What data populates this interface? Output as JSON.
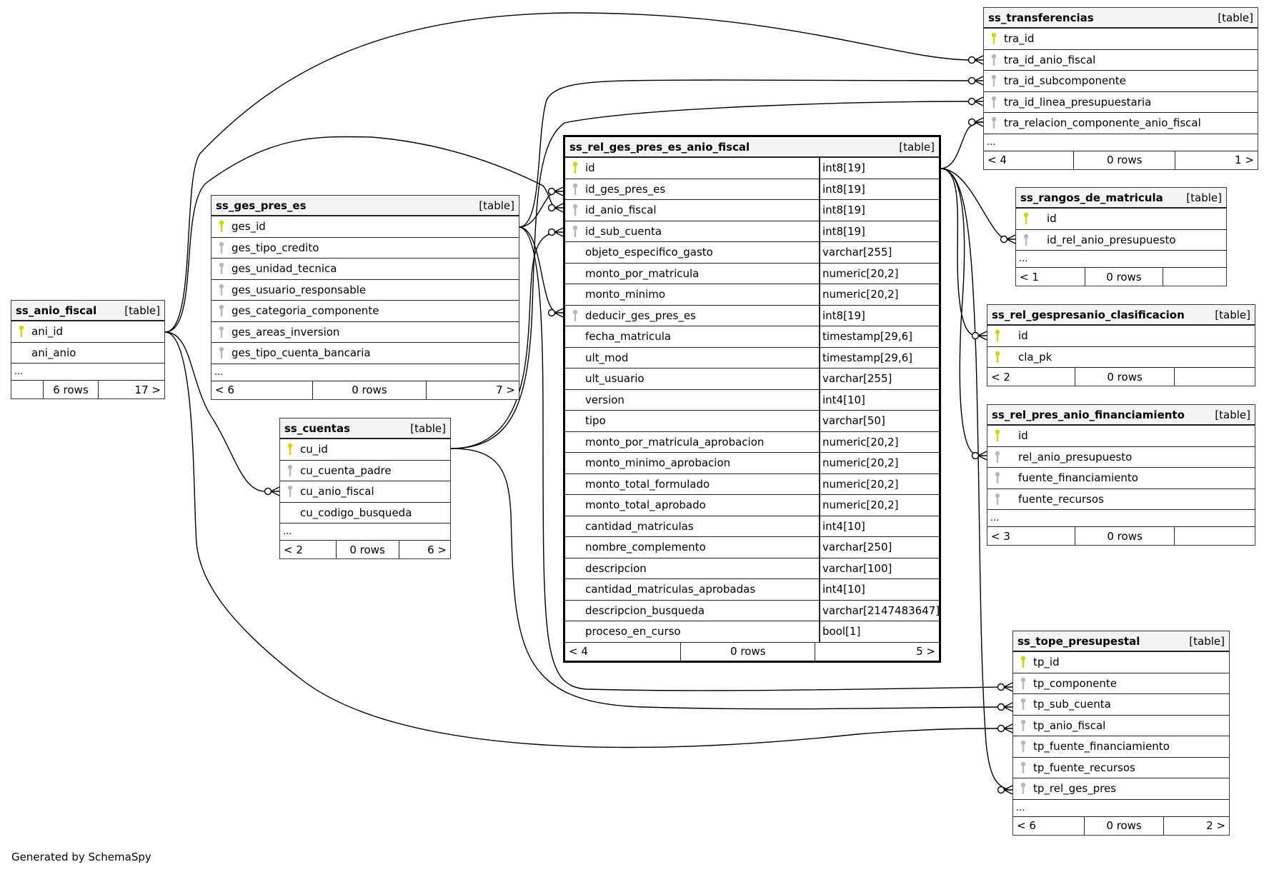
{
  "footer": "Generated by SchemaSpy",
  "colors": {
    "pk_key": "#d4d400",
    "fk_key": "#b8b8b8",
    "header_bg": "#f4f4f4"
  },
  "tables": {
    "anio_fiscal": {
      "name": "ss_anio_fiscal",
      "kind": "[table]",
      "columns": [
        {
          "name": "ani_id",
          "key": "pk"
        },
        {
          "name": "ani_anio",
          "key": ""
        }
      ],
      "more": "...",
      "footer": [
        "",
        "6 rows",
        "17 >"
      ]
    },
    "ges_pres_es": {
      "name": "ss_ges_pres_es",
      "kind": "[table]",
      "columns": [
        {
          "name": "ges_id",
          "key": "pk"
        },
        {
          "name": "ges_tipo_credito",
          "key": "fk"
        },
        {
          "name": "ges_unidad_tecnica",
          "key": "fk"
        },
        {
          "name": "ges_usuario_responsable",
          "key": "fk"
        },
        {
          "name": "ges_categoria_componente",
          "key": "fk"
        },
        {
          "name": "ges_areas_inversion",
          "key": "fk"
        },
        {
          "name": "ges_tipo_cuenta_bancaria",
          "key": "fk"
        }
      ],
      "more": "...",
      "footer": [
        "< 6",
        "0 rows",
        "7 >"
      ]
    },
    "cuentas": {
      "name": "ss_cuentas",
      "kind": "[table]",
      "columns": [
        {
          "name": "cu_id",
          "key": "pk"
        },
        {
          "name": "cu_cuenta_padre",
          "key": "fk"
        },
        {
          "name": "cu_anio_fiscal",
          "key": "fk"
        },
        {
          "name": "cu_codigo_busqueda",
          "key": ""
        }
      ],
      "more": "...",
      "footer": [
        "< 2",
        "0 rows",
        "6 >"
      ]
    },
    "rel_ges": {
      "name": "ss_rel_ges_pres_es_anio_fiscal",
      "kind": "[table]",
      "columns": [
        {
          "name": "id",
          "type": "int8[19]",
          "key": "pk"
        },
        {
          "name": "id_ges_pres_es",
          "type": "int8[19]",
          "key": "fk"
        },
        {
          "name": "id_anio_fiscal",
          "type": "int8[19]",
          "key": "fk"
        },
        {
          "name": "id_sub_cuenta",
          "type": "int8[19]",
          "key": "fk"
        },
        {
          "name": "objeto_especifico_gasto",
          "type": "varchar[255]",
          "key": ""
        },
        {
          "name": "monto_por_matricula",
          "type": "numeric[20,2]",
          "key": ""
        },
        {
          "name": "monto_minimo",
          "type": "numeric[20,2]",
          "key": ""
        },
        {
          "name": "deducir_ges_pres_es",
          "type": "int8[19]",
          "key": "fk"
        },
        {
          "name": "fecha_matricula",
          "type": "timestamp[29,6]",
          "key": ""
        },
        {
          "name": "ult_mod",
          "type": "timestamp[29,6]",
          "key": ""
        },
        {
          "name": "ult_usuario",
          "type": "varchar[255]",
          "key": ""
        },
        {
          "name": "version",
          "type": "int4[10]",
          "key": ""
        },
        {
          "name": "tipo",
          "type": "varchar[50]",
          "key": ""
        },
        {
          "name": "monto_por_matricula_aprobacion",
          "type": "numeric[20,2]",
          "key": ""
        },
        {
          "name": "monto_minimo_aprobacion",
          "type": "numeric[20,2]",
          "key": ""
        },
        {
          "name": "monto_total_formulado",
          "type": "numeric[20,2]",
          "key": ""
        },
        {
          "name": "monto_total_aprobado",
          "type": "numeric[20,2]",
          "key": ""
        },
        {
          "name": "cantidad_matriculas",
          "type": "int4[10]",
          "key": ""
        },
        {
          "name": "nombre_complemento",
          "type": "varchar[250]",
          "key": ""
        },
        {
          "name": "descripcion",
          "type": "varchar[100]",
          "key": ""
        },
        {
          "name": "cantidad_matriculas_aprobadas",
          "type": "int4[10]",
          "key": ""
        },
        {
          "name": "descripcion_busqueda",
          "type": "varchar[2147483647]",
          "key": ""
        },
        {
          "name": "proceso_en_curso",
          "type": "bool[1]",
          "key": ""
        }
      ],
      "footer": [
        "< 4",
        "0 rows",
        "5 >"
      ]
    },
    "transferencias": {
      "name": "ss_transferencias",
      "kind": "[table]",
      "columns": [
        {
          "name": "tra_id",
          "key": "pk"
        },
        {
          "name": "tra_id_anio_fiscal",
          "key": "fk"
        },
        {
          "name": "tra_id_subcomponente",
          "key": "fk"
        },
        {
          "name": "tra_id_linea_presupuestaria",
          "key": "fk"
        },
        {
          "name": "tra_relacion_componente_anio_fiscal",
          "key": "fk"
        }
      ],
      "more": "...",
      "footer": [
        "< 4",
        "0 rows",
        "1 >"
      ]
    },
    "rangos": {
      "name": "ss_rangos_de_matricula",
      "kind": "[table]",
      "columns": [
        {
          "name": "id",
          "key": "pk"
        },
        {
          "name": "id_rel_anio_presupuesto",
          "key": "fk"
        }
      ],
      "more": "...",
      "footer": [
        "< 1",
        "0 rows",
        ""
      ]
    },
    "clasificacion": {
      "name": "ss_rel_gespresanio_clasificacion",
      "kind": "[table]",
      "columns": [
        {
          "name": "id",
          "key": "pk"
        },
        {
          "name": "cla_pk",
          "key": "pk"
        }
      ],
      "footer": [
        "< 2",
        "0 rows",
        ""
      ]
    },
    "financiamiento": {
      "name": "ss_rel_pres_anio_financiamiento",
      "kind": "[table]",
      "columns": [
        {
          "name": "id",
          "key": "pk"
        },
        {
          "name": "rel_anio_presupuesto",
          "key": "fk"
        },
        {
          "name": "fuente_financiamiento",
          "key": "fk"
        },
        {
          "name": "fuente_recursos",
          "key": "fk"
        }
      ],
      "more": "...",
      "footer": [
        "< 3",
        "0 rows",
        ""
      ]
    },
    "tope": {
      "name": "ss_tope_presupestal",
      "kind": "[table]",
      "columns": [
        {
          "name": "tp_id",
          "key": "pk"
        },
        {
          "name": "tp_componente",
          "key": "fk"
        },
        {
          "name": "tp_sub_cuenta",
          "key": "fk"
        },
        {
          "name": "tp_anio_fiscal",
          "key": "fk"
        },
        {
          "name": "tp_fuente_financiamiento",
          "key": "fk"
        },
        {
          "name": "tp_fuente_recursos",
          "key": "fk"
        },
        {
          "name": "tp_rel_ges_pres",
          "key": "fk"
        }
      ],
      "more": "...",
      "footer": [
        "< 6",
        "0 rows",
        "2 >"
      ]
    }
  },
  "relationships": [
    {
      "from": "ss_anio_fiscal.ani_id",
      "to": "ss_transferencias.tra_id_anio_fiscal"
    },
    {
      "from": "ss_anio_fiscal.ani_id",
      "to": "ss_rel_ges_pres_es_anio_fiscal.id_anio_fiscal"
    },
    {
      "from": "ss_anio_fiscal.ani_id",
      "to": "ss_cuentas.cu_anio_fiscal"
    },
    {
      "from": "ss_anio_fiscal.ani_id",
      "to": "ss_tope_presupestal.tp_anio_fiscal"
    },
    {
      "from": "ss_ges_pres_es.ges_id",
      "to": "ss_transferencias.tra_id_subcomponente"
    },
    {
      "from": "ss_ges_pres_es.ges_id",
      "to": "ss_rel_ges_pres_es_anio_fiscal.id_ges_pres_es"
    },
    {
      "from": "ss_ges_pres_es.ges_id",
      "to": "ss_rel_ges_pres_es_anio_fiscal.deducir_ges_pres_es"
    },
    {
      "from": "ss_ges_pres_es.ges_id",
      "to": "ss_tope_presupestal.tp_componente"
    },
    {
      "from": "ss_cuentas.cu_id",
      "to": "ss_transferencias.tra_id_linea_presupuestaria"
    },
    {
      "from": "ss_cuentas.cu_id",
      "to": "ss_rel_ges_pres_es_anio_fiscal.id_sub_cuenta"
    },
    {
      "from": "ss_cuentas.cu_id",
      "to": "ss_tope_presupestal.tp_sub_cuenta"
    },
    {
      "from": "ss_rel_ges_pres_es_anio_fiscal.id",
      "to": "ss_transferencias.tra_relacion_componente_anio_fiscal"
    },
    {
      "from": "ss_rel_ges_pres_es_anio_fiscal.id",
      "to": "ss_rangos_de_matricula.id_rel_anio_presupuesto"
    },
    {
      "from": "ss_rel_ges_pres_es_anio_fiscal.id",
      "to": "ss_rel_gespresanio_clasificacion.id"
    },
    {
      "from": "ss_rel_ges_pres_es_anio_fiscal.id",
      "to": "ss_rel_pres_anio_financiamiento.rel_anio_presupuesto"
    },
    {
      "from": "ss_rel_ges_pres_es_anio_fiscal.id",
      "to": "ss_tope_presupestal.tp_rel_ges_pres"
    }
  ]
}
